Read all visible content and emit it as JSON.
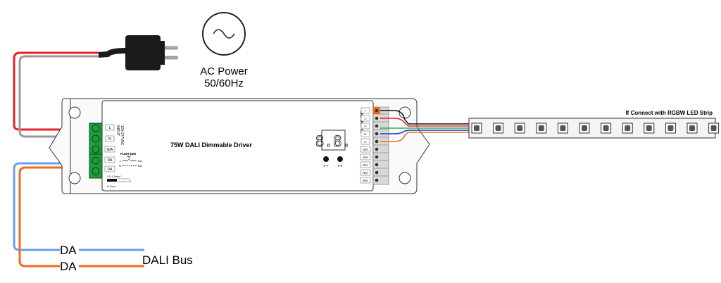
{
  "ac_power": {
    "title": "AC Power",
    "freq": "50/60Hz"
  },
  "driver": {
    "title": "75W DALI Dimmable Driver",
    "input_label": "INPUT",
    "input_voltage": "100-277VAC",
    "input_terminals": [
      "L",
      "N",
      "N/A",
      "DA",
      "DA"
    ],
    "push_dim": {
      "title": "PUSH DIM",
      "l": "L",
      "n": "N",
      "da": "DA"
    },
    "wire_spec": {
      "cross_section": "0.5-1.5mm²",
      "strip_length": "6-7mm"
    },
    "display": "8.8.",
    "buttons": [
      "0-F",
      "0-9"
    ],
    "output_label": "LED OUTPUT",
    "output_terminals": [
      "+",
      "1-",
      "2-",
      "3-",
      "4-",
      "N/A",
      "N/A",
      "N/A",
      "N/A",
      "N/A"
    ]
  },
  "led_strip": {
    "caption": "If Connect with RGBW LED Strip",
    "led_count": 12
  },
  "dali_bus": {
    "line1": "DA",
    "line2": "DA",
    "label": "DALI Bus"
  },
  "colors": {
    "red": "#e8202a",
    "gray": "#9a9a9a",
    "blue": "#6a9ef0",
    "orange": "#f26a1b",
    "green": "#1f9b3a",
    "black": "#111111",
    "wire_green": "#19c23a",
    "wire_blue": "#1a2fe0"
  }
}
